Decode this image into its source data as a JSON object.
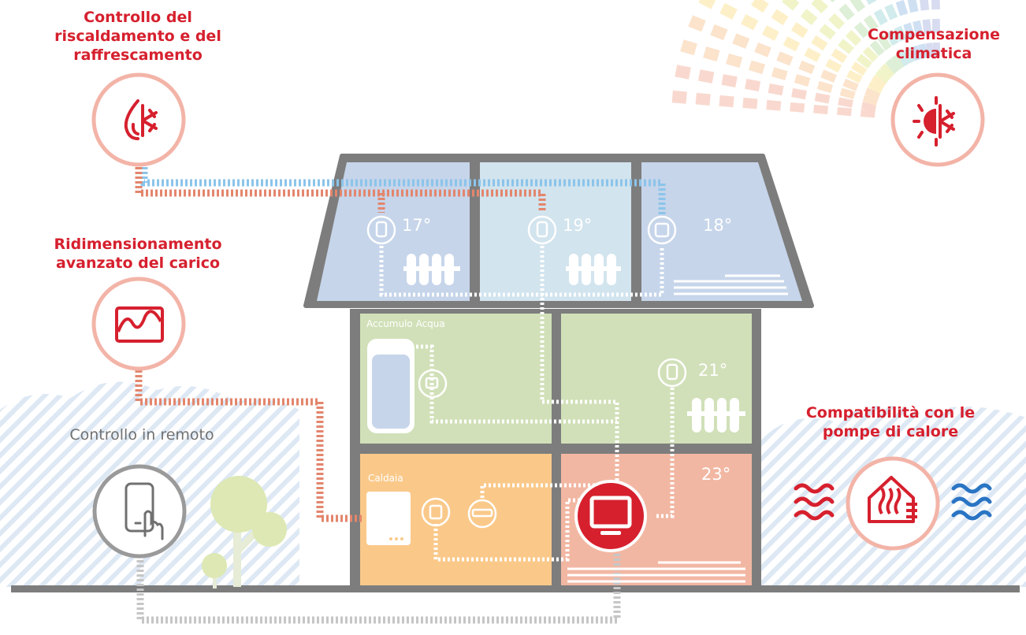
{
  "features": {
    "heating_cooling": {
      "lines": [
        "Controllo del",
        "riscaldamento e del",
        "raffrescamento"
      ],
      "icon": "flame-snowflake-icon"
    },
    "load_shedding": {
      "lines": [
        "Ridimensionamento",
        "avanzato del carico"
      ],
      "icon": "load-curve-icon"
    },
    "remote": {
      "label": "Controllo in remoto",
      "icon": "smartphone-touch-icon"
    },
    "weather": {
      "lines": [
        "Compensazione",
        "climatica"
      ],
      "icon": "sun-snowflake-icon"
    },
    "heat_pump": {
      "lines": [
        "Compatibilità con le",
        "pompe di calore"
      ],
      "icon": "heat-pump-house-icon"
    }
  },
  "rooms": {
    "attic_left": {
      "temp": "17°"
    },
    "attic_center": {
      "temp": "19°"
    },
    "attic_right": {
      "temp": "18°"
    },
    "middle_left": {
      "label": "Accumulo Acqua"
    },
    "middle_right": {
      "temp": "21°"
    },
    "ground_left": {
      "label": "Caldaia"
    },
    "ground_right": {
      "temp": "23°"
    }
  },
  "colors": {
    "brand_red": "#d6202e",
    "ring": "#f3b4a8",
    "remote_gray": "#9a9a9a",
    "house_frame": "#7d7d7d",
    "room_blue": "#c6d5ea",
    "room_light_blue": "#d2e4ee",
    "room_green": "#d1e0b8",
    "room_orange": "#fac98a",
    "room_salmon": "#f2b7a3",
    "hot_line": "#e3866d",
    "cold_line": "#8cc4ea",
    "wave_red": "#d6202e",
    "wave_blue": "#2a74c4"
  }
}
